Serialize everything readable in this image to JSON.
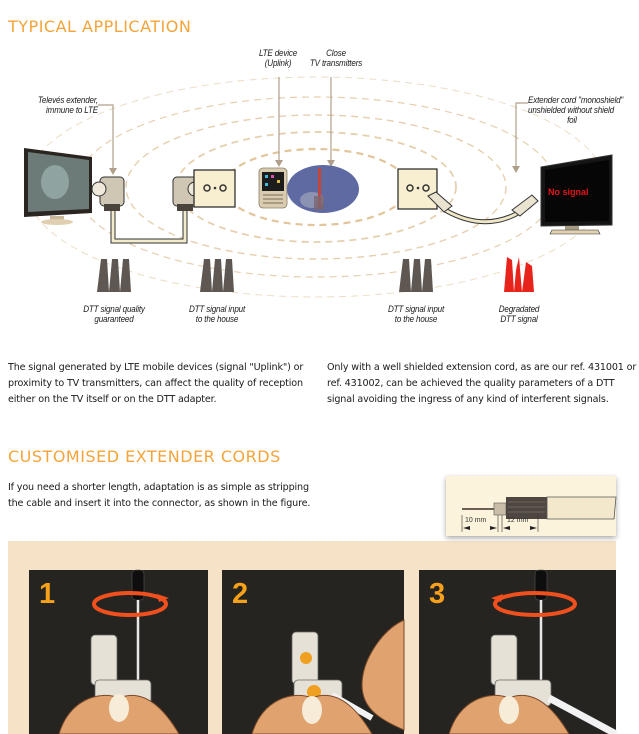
{
  "sections": {
    "typical_application": {
      "title": "TYPICAL APPLICATION",
      "callouts": {
        "lte_device": [
          "LTE device",
          "(Uplink)"
        ],
        "close_tv": [
          "Close",
          "TV transmitters"
        ],
        "televes_extender": [
          "Televés extender,",
          "immune to LTE"
        ],
        "extender_cord": [
          "Extender cord \"monoshield\"",
          "unshielded without shield",
          "foil"
        ]
      },
      "signal_labels": [
        [
          "DTT signal quality",
          "guaranteed"
        ],
        [
          "DTT signal input",
          "to the house"
        ],
        [
          "DTT signal input",
          "to the house"
        ],
        [
          "Degradated",
          "DTT signal"
        ]
      ],
      "tv_right_message": "No signal",
      "paragraph_left": "The signal generated by LTE mobile devices (signal \"Uplink\") or proximity to TV transmitters, can affect the quality of reception either on the TV itself or on the DTT adapter.",
      "paragraph_right": "Only with a well shielded extension cord, as are our ref. 431001 or ref. 431002, can be achieved the quality parameters of a DTT signal avoiding the ingress of any kind of interferent signals."
    },
    "customised_cords": {
      "title": "CUSTOMISED EXTENDER CORDS",
      "paragraph": "If you need a shorter length, adaptation is as simple as stripping the cable and insert it into the connector, as shown in the figure.",
      "strip_dimensions": [
        "10 mm",
        "12 mm"
      ],
      "steps": [
        "1",
        "2",
        "3"
      ]
    }
  },
  "colors": {
    "heading": "#f5a43a",
    "signal_good": "#5e5752",
    "signal_bad": "#e8231c",
    "panel_bg": "#262421",
    "band_bg": "#f6e3c7",
    "step_number": "#f7a11a",
    "rotation_arrow": "#f0501e"
  }
}
